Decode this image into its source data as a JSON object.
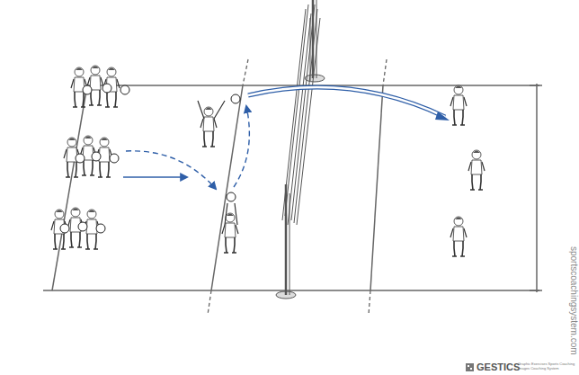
{
  "diagram": {
    "labels": [
      "sportscoachingsystem.com",
      "GESTICS",
      "Graphic Exercises Sports Coaching",
      "Images Coaching System"
    ]
  }
}
